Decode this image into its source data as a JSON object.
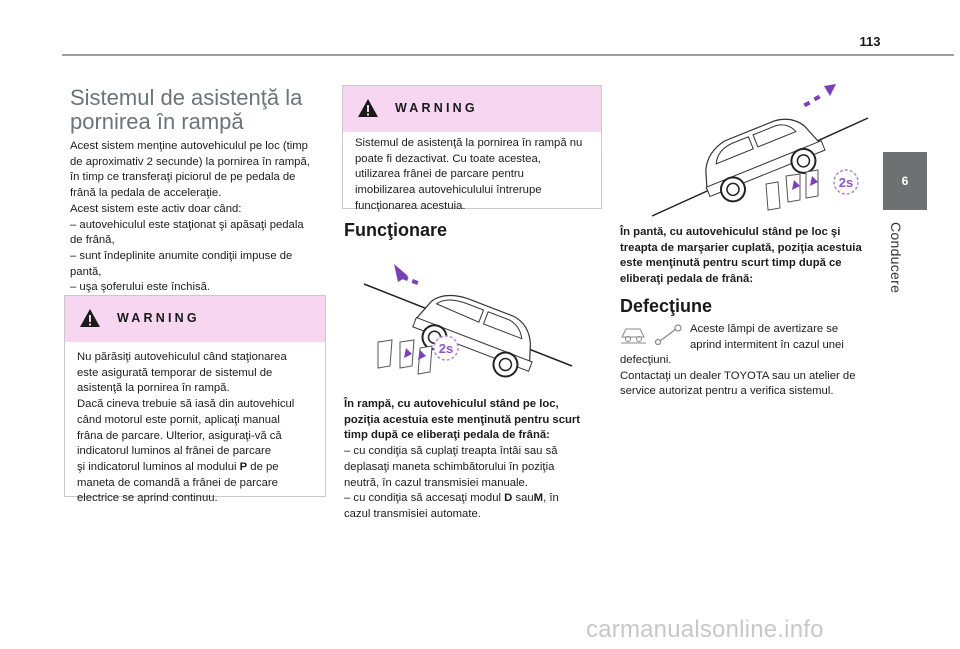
{
  "page": {
    "number": "113",
    "tab_number": "6",
    "side_label": "Conducere"
  },
  "left": {
    "title": "Sistemul de asistenţă la pornirea în rampă",
    "intro": [
      "Acest sistem menţine autovehiculul pe loc (timp",
      "de aproximativ 2 secunde) la pornirea în rampă,",
      "în timp ce transferaţi piciorul de pe pedala de",
      "frână la pedala de acceleraţie.",
      "Acest sistem este activ doar când:",
      "–  autovehiculul este staţionat şi apăsaţi pedala",
      "de frână,",
      "–  sunt îndeplinite anumite condiţii impuse de",
      "pantă,",
      "–  uşa şoferului este închisă."
    ],
    "warning": {
      "title": "WARNING",
      "lines": [
        "Nu părăsiţi autovehiculul când staţionarea",
        "este asigurată temporar de sistemul de",
        "asistenţă la pornirea în rampă.",
        "Dacă cineva trebuie să iasă din autovehicul",
        "când motorul este pornit, aplicaţi manual",
        "frâna de parcare. Ulterior, asiguraţi-vă că",
        "indicatorul luminos al frânei de parcare",
        "şi indicatorul luminos al modului ",
        "maneta de comandă a frânei de parcare",
        "electrice se aprind continuu."
      ],
      "mode_letter": "P",
      "line8_suffix": " de pe"
    }
  },
  "middle": {
    "warning": {
      "title": "WARNING",
      "lines": [
        "Sistemul de asistenţă la pornirea în rampă nu",
        "poate fi dezactivat. Cu toate acestea,",
        "utilizarea frânei de parcare pentru",
        "imobilizarea autovehiculului întrerupe",
        "funcţionarea acestuia."
      ]
    },
    "heading": "Funcţionare",
    "illustration_label": "2s",
    "caption_bold": [
      "În rampă, cu autovehiculul stând pe loc,",
      "poziţia acestuia este menţinută pentru scurt",
      "timp după ce eliberaţi pedala de frână:"
    ],
    "caption_lines": [
      "–  cu condiţia să cuplaţi treapta întâi sau să",
      "deplasaţi maneta schimbătorului în poziţia",
      "neutră, în cazul transmisiei manuale.",
      "–  cu condiţia să accesaţi modul ",
      "cazul transmisiei automate."
    ],
    "mode_d": "D",
    "mode_sau": " sau",
    "mode_m": "M",
    "mode_tail": ", în"
  },
  "right": {
    "illustration_label": "2s",
    "caption_bold": [
      "În pantă, cu autovehiculul stând pe loc şi",
      "treapta de marşarier cuplată, poziţia acestuia",
      "este menţinută pentru scurt timp după ce",
      "eliberaţi pedala de frână:"
    ],
    "heading": "Defecţiune",
    "fault_lines": [
      "Aceste lămpi de avertizare se",
      "aprind intermitent în cazul unei",
      "defecţiuni.",
      "Contactaţi un dealer TOYOTA sau un atelier de",
      "service autorizat pentru a verifica sistemul."
    ]
  },
  "watermark": "carmanualsonline.info",
  "colors": {
    "warning_header": "#f7d6f1",
    "tab": "#6e7072",
    "title_grey": "#6b7479",
    "accent_purple": "#7b3fb6"
  }
}
